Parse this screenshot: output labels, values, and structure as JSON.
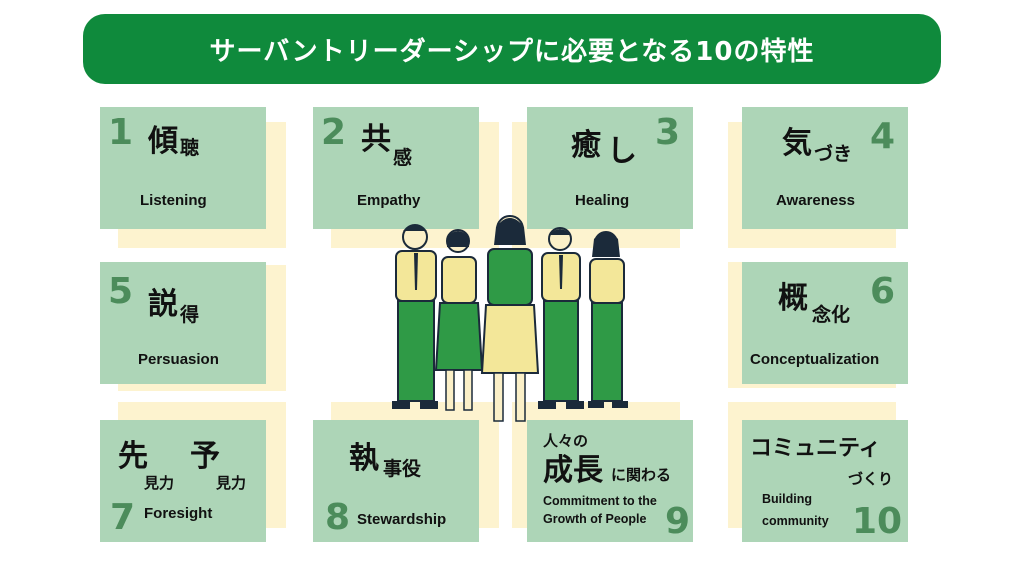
{
  "title": "サーバントリーダーシップに必要となる10の特性",
  "traits": [
    {
      "number": "1",
      "ja": [
        "傾",
        "聴"
      ],
      "en": "Listening"
    },
    {
      "number": "2",
      "ja": [
        "共",
        "感"
      ],
      "en": "Empathy"
    },
    {
      "number": "3",
      "ja": [
        "癒",
        "し"
      ],
      "en": "Healing"
    },
    {
      "number": "4",
      "ja": [
        "気",
        "づき"
      ],
      "en": "Awareness"
    },
    {
      "number": "5",
      "ja": [
        "説",
        "得"
      ],
      "en": "Persuasion"
    },
    {
      "number": "6",
      "ja": [
        "概",
        "念化"
      ],
      "en": "Conceptualization"
    },
    {
      "number": "7",
      "ja": [
        "先",
        "見力",
        "予",
        "見力"
      ],
      "en": "Foresight"
    },
    {
      "number": "8",
      "ja": [
        "執",
        "事役"
      ],
      "en": "Stewardship"
    },
    {
      "number": "9",
      "ja": [
        "人々の",
        "成長",
        "に関わる"
      ],
      "en": [
        "Commitment to the",
        "Growth of People"
      ]
    },
    {
      "number": "10",
      "ja": [
        "コミュニティ",
        "づくり"
      ],
      "en": [
        "Building",
        "community"
      ]
    }
  ],
  "colors": {
    "banner": "#0f8a3c",
    "card": "#add5b7",
    "shadow": "#fdf3cf",
    "number": "#4c8c5b"
  }
}
